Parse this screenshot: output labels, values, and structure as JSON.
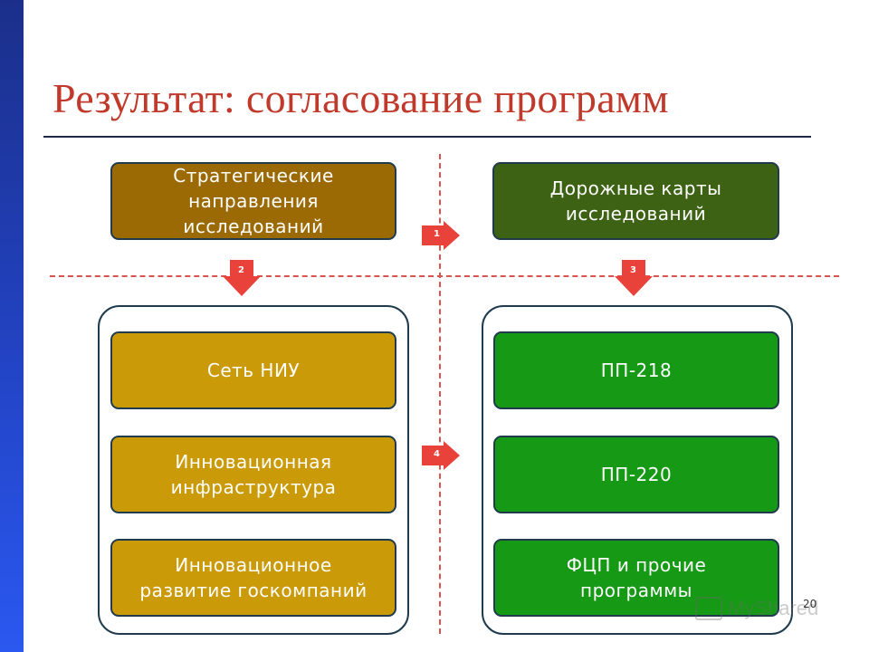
{
  "title": "Результат: согласование программ",
  "top_left_box": "Стратегические\nнаправления\nисследований",
  "top_right_box": "Дорожные карты\nисследований",
  "left_group": [
    "Сеть НИУ",
    "Инновационная\nинфраструктура",
    "Инновационное\nразвитие госкомпаний"
  ],
  "right_group": [
    "ПП-218",
    "ПП-220",
    "ФЦП и прочие\nпрограммы"
  ],
  "arrows": [
    "1",
    "2",
    "3",
    "4"
  ],
  "watermark": "MyShared",
  "slide_number": "20",
  "colors": {
    "title": "#c0392b",
    "dashes": "#d9534f",
    "arrow": "#e8423a",
    "brown": "#9c6a05",
    "dark_green": "#3d6214",
    "gold": "#cb9a08",
    "green": "#169a16"
  }
}
